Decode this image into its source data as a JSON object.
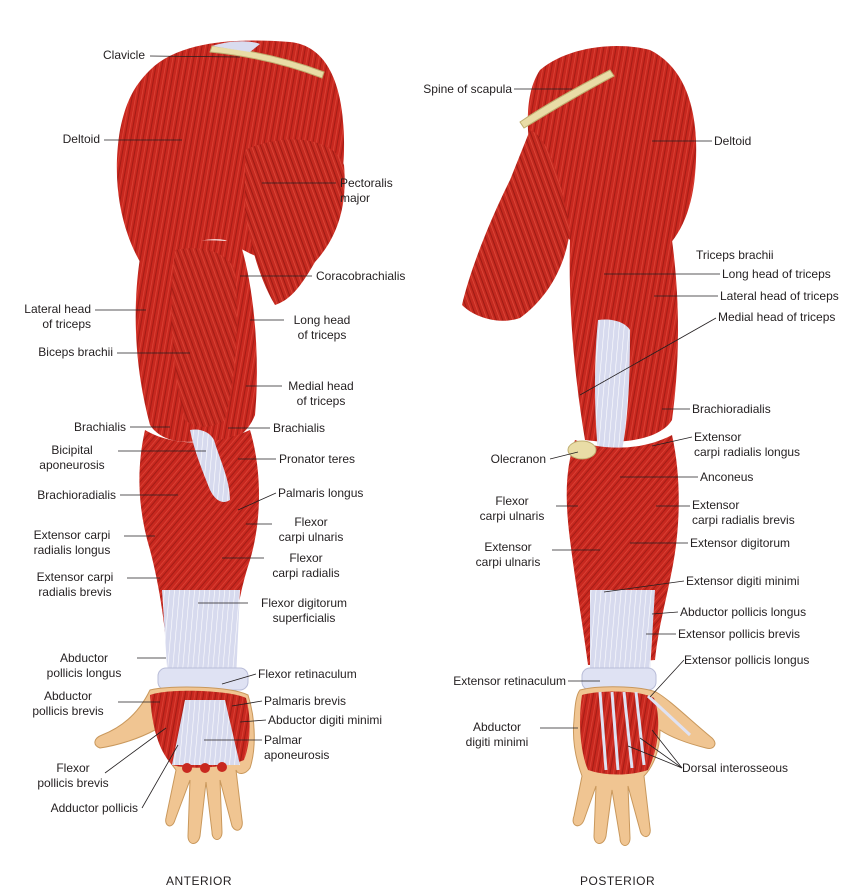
{
  "anterior": {
    "caption": "ANTERIOR",
    "labels": {
      "clavicle": "Clavicle",
      "deltoid": "Deltoid",
      "pectoralis_major": "Pectoralis\nmajor",
      "coracobrachialis": "Coracobrachialis",
      "lateral_head_triceps": "Lateral head\nof triceps",
      "long_head_triceps": "Long head\nof triceps",
      "biceps_brachii": "Biceps brachii",
      "medial_head_triceps": "Medial head\nof triceps",
      "brachialis_left": "Brachialis",
      "brachialis_right": "Brachialis",
      "bicipital_aponeurosis": "Bicipital\naponeurosis",
      "pronator_teres": "Pronator teres",
      "brachioradialis": "Brachioradialis",
      "palmaris_longus": "Palmaris longus",
      "flexor_carpi_ulnaris": "Flexor\ncarpi ulnaris",
      "extensor_carpi_radialis_longus": "Extensor carpi\nradialis longus",
      "flexor_carpi_radialis": "Flexor\ncarpi radialis",
      "extensor_carpi_radialis_brevis": "Extensor carpi\nradialis brevis",
      "flexor_digitorum_superficialis": "Flexor digitorum\nsuperficialis",
      "abductor_pollicis_longus": "Abductor\npollicis longus",
      "flexor_retinaculum": "Flexor retinaculum",
      "abductor_pollicis_brevis": "Abductor\npollicis brevis",
      "palmaris_brevis": "Palmaris brevis",
      "abductor_digiti_minimi": "Abductor digiti minimi",
      "palmar_aponeurosis": "Palmar\naponeurosis",
      "flexor_pollicis_brevis": "Flexor\npollicis brevis",
      "adductor_pollicis": "Adductor pollicis"
    }
  },
  "posterior": {
    "caption": "POSTERIOR",
    "labels": {
      "spine_of_scapula": "Spine of scapula",
      "deltoid": "Deltoid",
      "triceps_brachii": "Triceps brachii",
      "long_head_triceps": "Long head of triceps",
      "lateral_head_triceps": "Lateral head of triceps",
      "medial_head_triceps": "Medial head of triceps",
      "brachioradialis": "Brachioradialis",
      "extensor_carpi_radialis_longus": "Extensor\ncarpi radialis longus",
      "olecranon": "Olecranon",
      "anconeus": "Anconeus",
      "flexor_carpi_ulnaris": "Flexor\ncarpi ulnaris",
      "extensor_carpi_radialis_brevis": "Extensor\ncarpi radialis brevis",
      "extensor_digitorum": "Extensor digitorum",
      "extensor_carpi_ulnaris": "Extensor\ncarpi ulnaris",
      "extensor_digiti_minimi": "Extensor digiti minimi",
      "abductor_pollicis_longus": "Abductor pollicis longus",
      "extensor_pollicis_brevis": "Extensor pollicis brevis",
      "extensor_pollicis_longus": "Extensor pollicis longus",
      "extensor_retinaculum": "Extensor retinaculum",
      "abductor_digiti_minimi": "Abductor\ndigiti minimi",
      "dorsal_interosseous": "Dorsal interosseous"
    }
  },
  "colors": {
    "muscle": "#c8281f",
    "muscle_light": "#e0473a",
    "muscle_dark": "#8e1611",
    "tendon": "#d9dcef",
    "bone": "#e9dca6",
    "skin": "#f0c592",
    "label_text": "#231f20",
    "leader_line": "#231f20"
  }
}
